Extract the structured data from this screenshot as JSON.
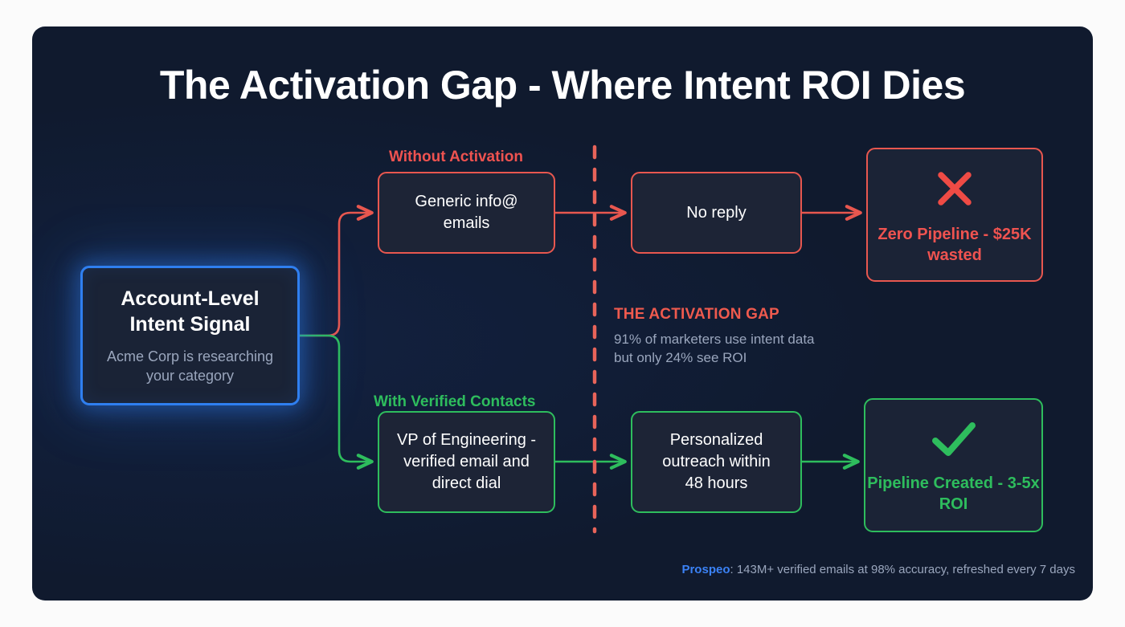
{
  "page": {
    "title": "The Activation Gap - Where Intent ROI Dies",
    "background": "#fbfbfb",
    "panel_background": "#101a2e"
  },
  "colors": {
    "red": "#ef5350",
    "red_border": "#e8574f",
    "green": "#2ebd5d",
    "blue": "#2f7ff0",
    "brand_blue": "#3b82f6",
    "text_primary": "#ffffff",
    "text_muted": "#9aa6bd",
    "card_background": "#1c2437"
  },
  "source_node": {
    "headline_line1": "Account-Level",
    "headline_line2": "Intent Signal",
    "sub_line1": "Acme Corp is researching",
    "sub_line2": "your category"
  },
  "branches": {
    "without": {
      "label": "Without Activation",
      "steps": [
        {
          "line1": "Generic info@",
          "line2": "emails"
        },
        {
          "line1": "No reply",
          "line2": ""
        }
      ],
      "outcome": {
        "icon": "cross-icon",
        "glyph": "✕",
        "caption_line1": "Zero Pipeline -",
        "caption_line2": "$25K wasted"
      }
    },
    "with": {
      "label": "With Verified Contacts",
      "steps": [
        {
          "line1": "VP of Engineering -",
          "line2": "verified email and",
          "line3": "direct dial"
        },
        {
          "line1": "Personalized",
          "line2": "outreach within",
          "line3": "48 hours"
        }
      ],
      "outcome": {
        "icon": "check-icon",
        "glyph": "✓",
        "caption_line1": "Pipeline Created -",
        "caption_line2": "3-5x ROI"
      }
    }
  },
  "gap_note": {
    "title": "THE ACTIVATION GAP",
    "sub_line1": "91% of marketers use intent",
    "sub_line2": "data but only 24% see ROI"
  },
  "footer": {
    "brand": "Prospeo",
    "text": ": 143M+ verified emails at 98% accuracy, refreshed every 7 days"
  }
}
